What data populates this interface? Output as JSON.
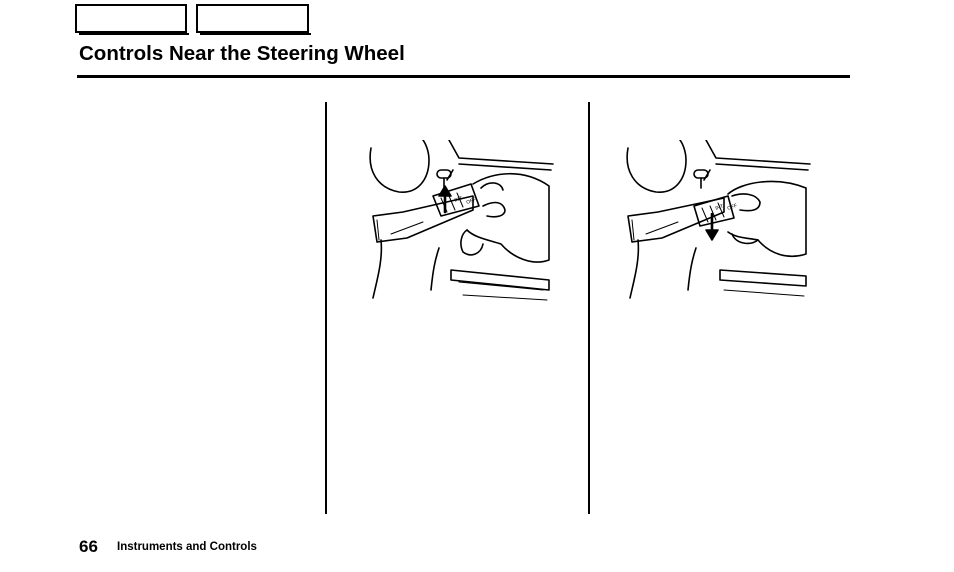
{
  "header": {
    "nav_buttons": [
      "",
      ""
    ],
    "title": "Controls Near the Steering Wheel"
  },
  "illustrations": [
    {
      "icon": "wiper-lever-push-up-illustration",
      "lever_labels": [
        "INT",
        "OFF"
      ]
    },
    {
      "icon": "wiper-lever-pull-down-illustration",
      "lever_labels": [
        "INT",
        "OFF"
      ]
    }
  ],
  "footer": {
    "page_number": "66",
    "section": "Instruments and Controls"
  }
}
